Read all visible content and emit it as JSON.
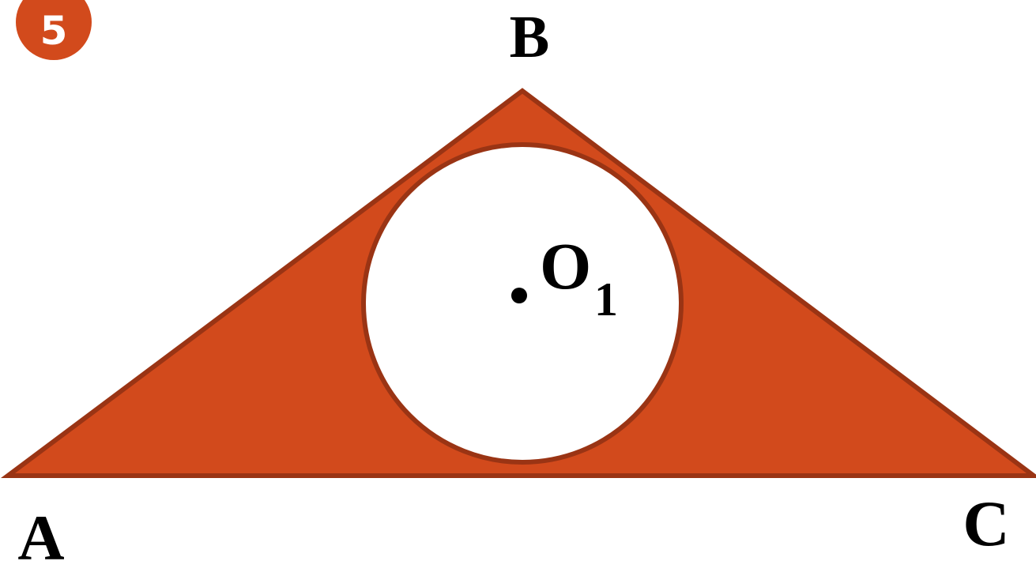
{
  "badge": {
    "number": "5"
  },
  "vertices": {
    "a": "A",
    "b": "B",
    "c": "C"
  },
  "center": {
    "letter": "O",
    "subscript": "1"
  },
  "colors": {
    "fill": "#d24a1c",
    "stroke": "#9a3414",
    "circle": "#ffffff",
    "label": "#000000"
  }
}
